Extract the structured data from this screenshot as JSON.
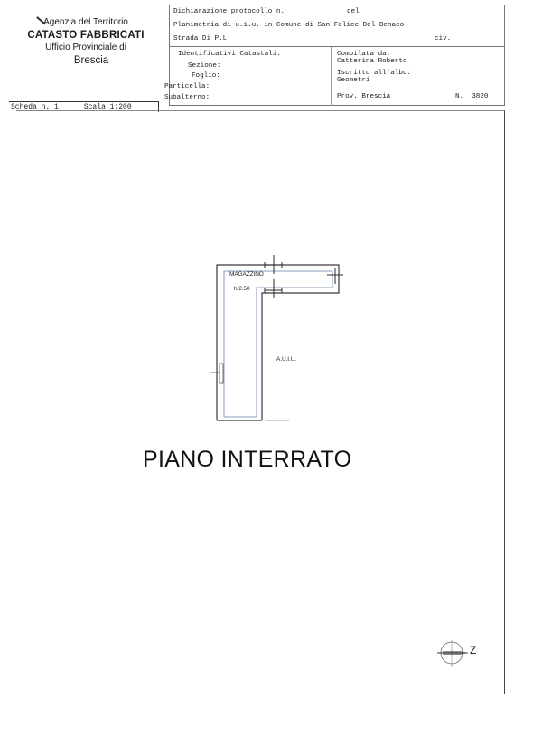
{
  "agency": {
    "line1": "Agenzia del Territorio",
    "line2": "CATASTO FABBRICATI",
    "line3": "Ufficio Provinciale di",
    "line4": "Brescia"
  },
  "scheda": {
    "number": "Scheda n. 1",
    "scale": "Scala 1:200"
  },
  "title_block": {
    "declaration": "Dichiarazione protocollo n.",
    "declaration_del": "del",
    "planimetry": "Planimetria di u.i.u. in Comune di San Felice Del Benaco",
    "street": "Strada Di P.L.",
    "civ": "civ.",
    "identifiers": {
      "heading": "Identificativi Catastali:",
      "sezione": "Sezione:",
      "foglio": "Foglio:",
      "particella": "Particella:",
      "subalterno": "Subalterno:"
    },
    "compiled": {
      "label": "Compilata da:",
      "name": "Catterina Roberto",
      "register_label": "Iscritto all'albo:",
      "register": "Geometri",
      "province": "Prov. Brescia",
      "number": "N.  3820"
    }
  },
  "plan": {
    "room_name": "MAGAZZINO",
    "room_height": "h 2.50",
    "adjacent": "A.U.I.U.",
    "floor_title": "PIANO INTERRATO",
    "north_label": "Z",
    "line_color": "#3a3a3a",
    "wall_inner_color": "#6a7fa8"
  }
}
